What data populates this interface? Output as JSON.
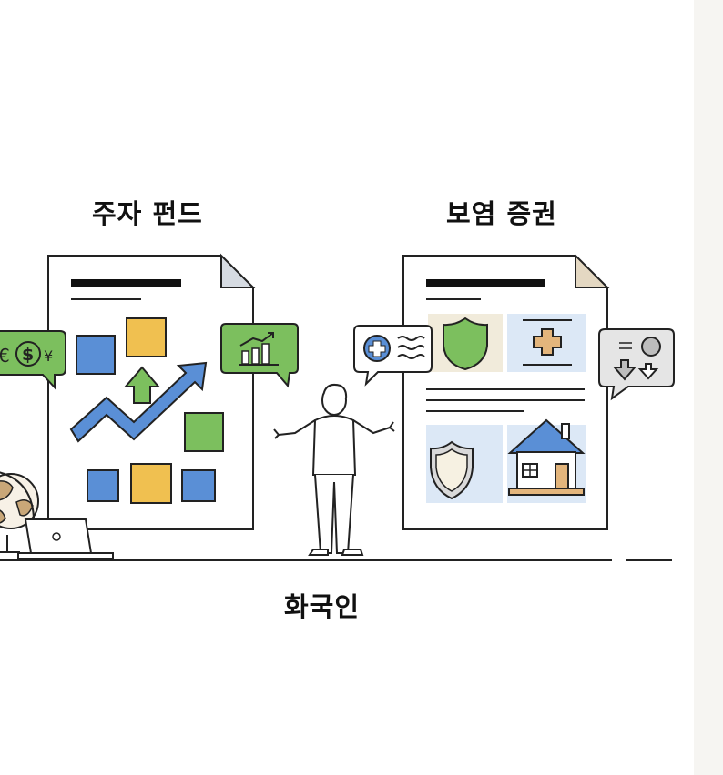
{
  "labels": {
    "left_title": "주자 펀드",
    "right_title": "보염 증권",
    "bottom_caption": "화국인"
  },
  "currency_bubble": {
    "symbols": [
      "€",
      "$",
      "¥"
    ]
  },
  "colors": {
    "blue": "#5a8fd6",
    "yellow": "#f0c050",
    "green": "#7cbf5e",
    "light_blue": "#dce8f6",
    "beige": "#f1ebdb",
    "tan": "#e3b57c",
    "gray": "#d9d9d9",
    "outline": "#222222",
    "globe": "#c9a778"
  },
  "icons": [
    "currency-bubble-icon",
    "growth-chart-bubble-icon",
    "health-insurance-bubble-icon",
    "downward-arrows-bubble-icon",
    "globe-icon",
    "laptop-icon",
    "person-shrugging-icon",
    "shield-icon",
    "medical-cross-icon",
    "house-icon",
    "trend-arrow-icon"
  ]
}
